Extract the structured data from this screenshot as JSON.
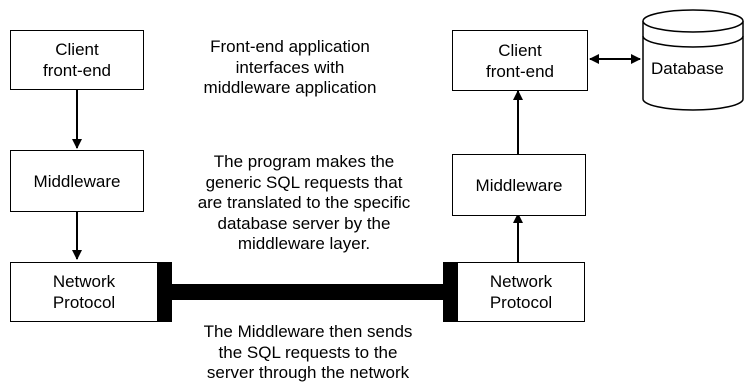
{
  "left_stack": {
    "client": "Client\nfront-end",
    "middleware": "Middleware",
    "network": "Network\nProtocol"
  },
  "right_stack": {
    "client": "Client\nfront-end",
    "middleware": "Middleware",
    "network": "Network\nProtocol"
  },
  "database": {
    "label": "Database"
  },
  "annotations": {
    "frontend": "Front-end application\ninterfaces with\nmiddleware application",
    "program": "The program makes the\ngeneric SQL requests that\nare translated to the specific\ndatabase server by the\nmiddleware layer.",
    "network": "The Middleware then sends\nthe SQL requests to the\nserver through the network"
  }
}
